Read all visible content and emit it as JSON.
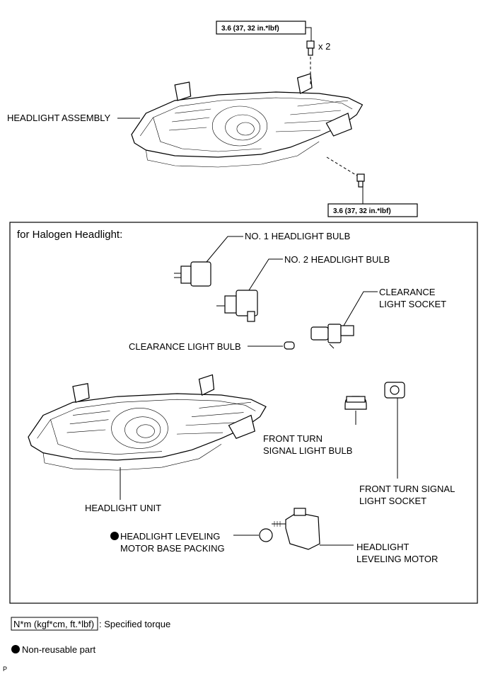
{
  "torque_top": "3.6 (37, 32 in.*lbf)",
  "torque_bottom": "3.6 (37, 32 in.*lbf)",
  "bolt_qty": "x 2",
  "headlight_assembly": "HEADLIGHT ASSEMBLY",
  "section_title": "for Halogen Headlight:",
  "no1_bulb": "NO. 1 HEADLIGHT BULB",
  "no2_bulb": "NO. 2 HEADLIGHT BULB",
  "clearance_socket_1": "CLEARANCE",
  "clearance_socket_2": "LIGHT SOCKET",
  "clearance_bulb": "CLEARANCE LIGHT BULB",
  "turn_bulb_1": "FRONT TURN",
  "turn_bulb_2": "SIGNAL LIGHT BULB",
  "turn_socket_1": "FRONT TURN SIGNAL",
  "turn_socket_2": "LIGHT SOCKET",
  "headlight_unit": "HEADLIGHT UNIT",
  "packing_1": "HEADLIGHT LEVELING",
  "packing_2": "MOTOR BASE PACKING",
  "motor_1": "HEADLIGHT",
  "motor_2": "LEVELING MOTOR",
  "legend_torque_unit": "N*m (kgf*cm, ft.*lbf)",
  "legend_torque_text": ": Specified torque",
  "legend_nonreusable": "Non-reusable part",
  "corner_mark": "P"
}
